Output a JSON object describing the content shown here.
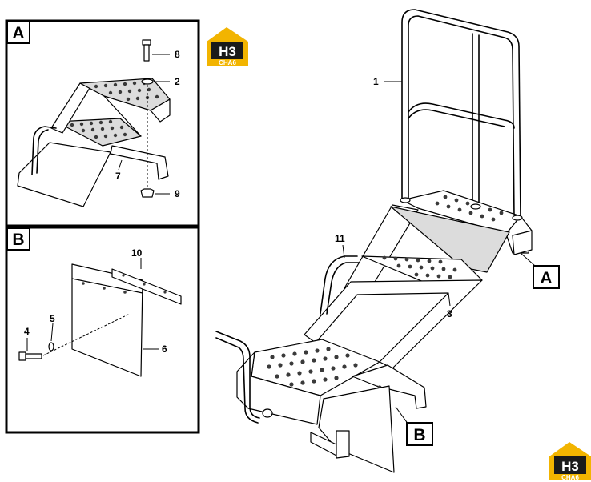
{
  "panels": [
    {
      "id": "A",
      "label": "A"
    },
    {
      "id": "B",
      "label": "B"
    }
  ],
  "view_tags": {
    "a": "A",
    "b": "B"
  },
  "callouts": {
    "c1": "1",
    "c2": "2",
    "c3": "3",
    "c4": "4",
    "c5": "5",
    "c6": "6",
    "c7": "7",
    "c8": "8",
    "c9": "9",
    "c10": "10",
    "c11": "11"
  },
  "logo": {
    "letters": "H3",
    "sub": "CHA6",
    "gold": "#f2b400",
    "dark": "#1a1a1a"
  }
}
